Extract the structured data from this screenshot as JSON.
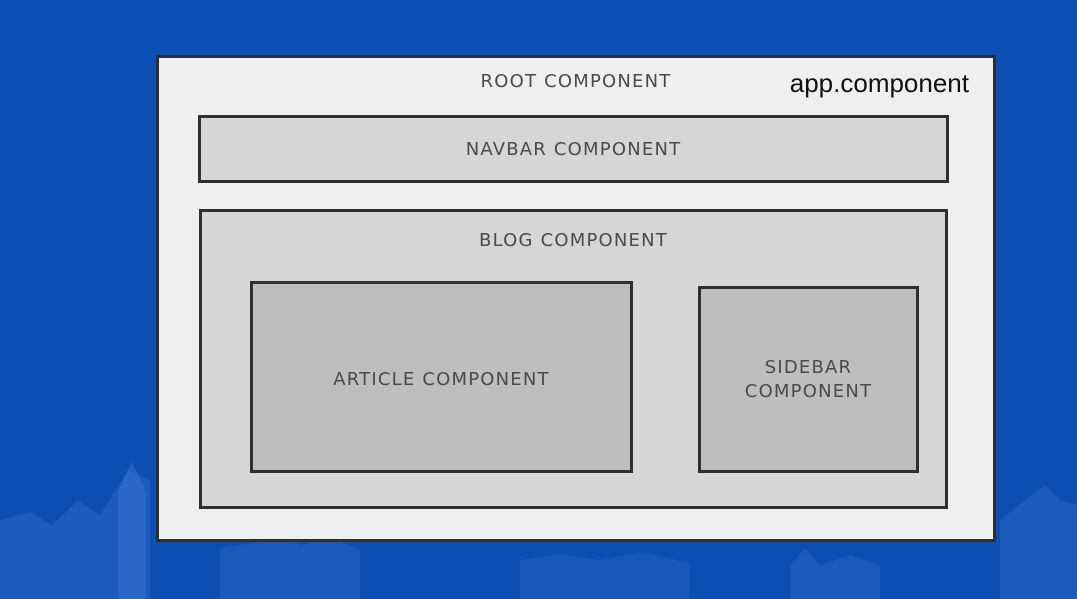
{
  "diagram": {
    "root_label": "ROOT COMPONENT",
    "app_label": "app.component",
    "navbar_label": "NAVBAR COMPONENT",
    "blog_label": "BLOG COMPONENT",
    "article_label": "ARTICLE COMPONENT",
    "sidebar_label": "SIDEBAR COMPONENT"
  },
  "colors": {
    "background": "#0b4fb3",
    "root_fill": "#efefef",
    "container_fill": "#d6d6d6",
    "inner_fill": "#bebebe",
    "border": "#2f2f2f"
  }
}
